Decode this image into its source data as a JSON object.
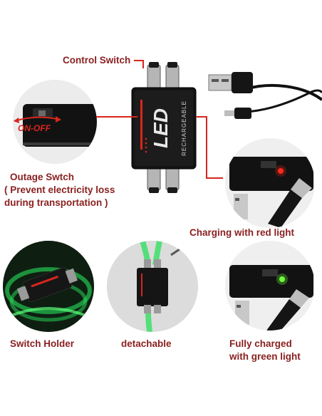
{
  "labels": {
    "control_switch": "Control Switch",
    "on_off": "ON-OFF",
    "outage_line1": "Outage Swtch",
    "outage_line2": "( Prevent electricity loss",
    "outage_line3": "during transportation )",
    "charging": "Charging with red light",
    "switch_holder": "Switch Holder",
    "detachable": "detachable",
    "fully_line1": "Fully charged",
    "fully_line2": "with green light"
  },
  "device": {
    "logo_text": "LED",
    "side_text": "RECHARGEABLE"
  },
  "colors": {
    "label_dark": "#8a1f1f",
    "label_red": "#d8261d",
    "leader_line": "#d8261d",
    "device_body": "#141414",
    "charging_led": "#ff2a1a",
    "charged_led": "#6dff3a",
    "glow_green": "#28e05a"
  }
}
